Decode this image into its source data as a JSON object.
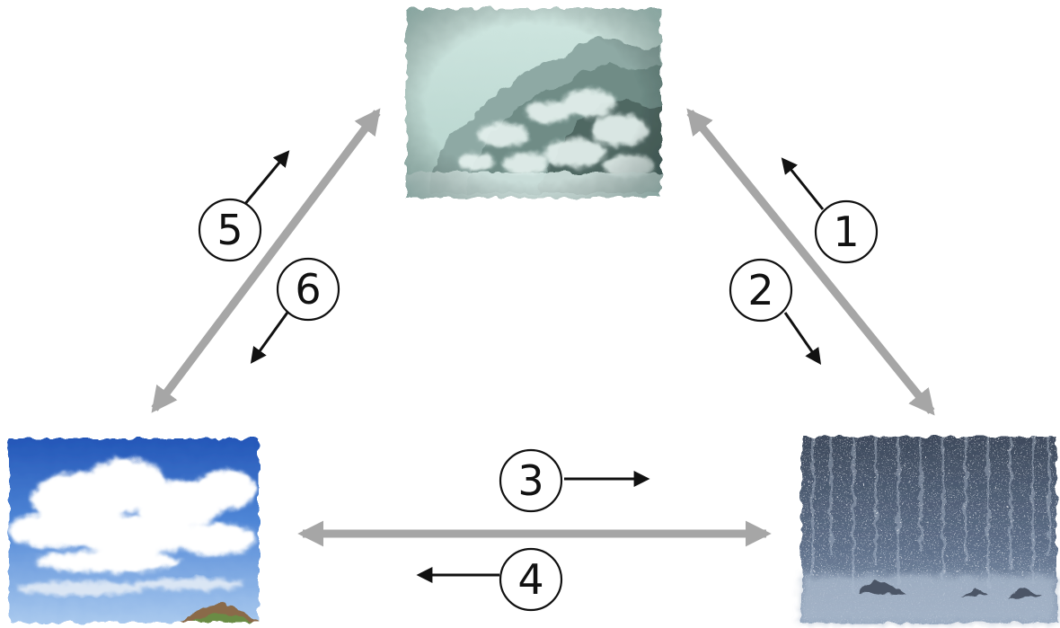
{
  "photos": {
    "snow": {
      "icon": "snowy-forest-photo"
    },
    "sky": {
      "icon": "cloudy-sky-photo"
    },
    "rain": {
      "icon": "heavy-rain-photo"
    }
  },
  "steps": {
    "s1": "1",
    "s2": "2",
    "s3": "3",
    "s4": "4",
    "s5": "5",
    "s6": "6"
  },
  "colors": {
    "connector": "#a6a6a6",
    "direction": "#111111"
  }
}
